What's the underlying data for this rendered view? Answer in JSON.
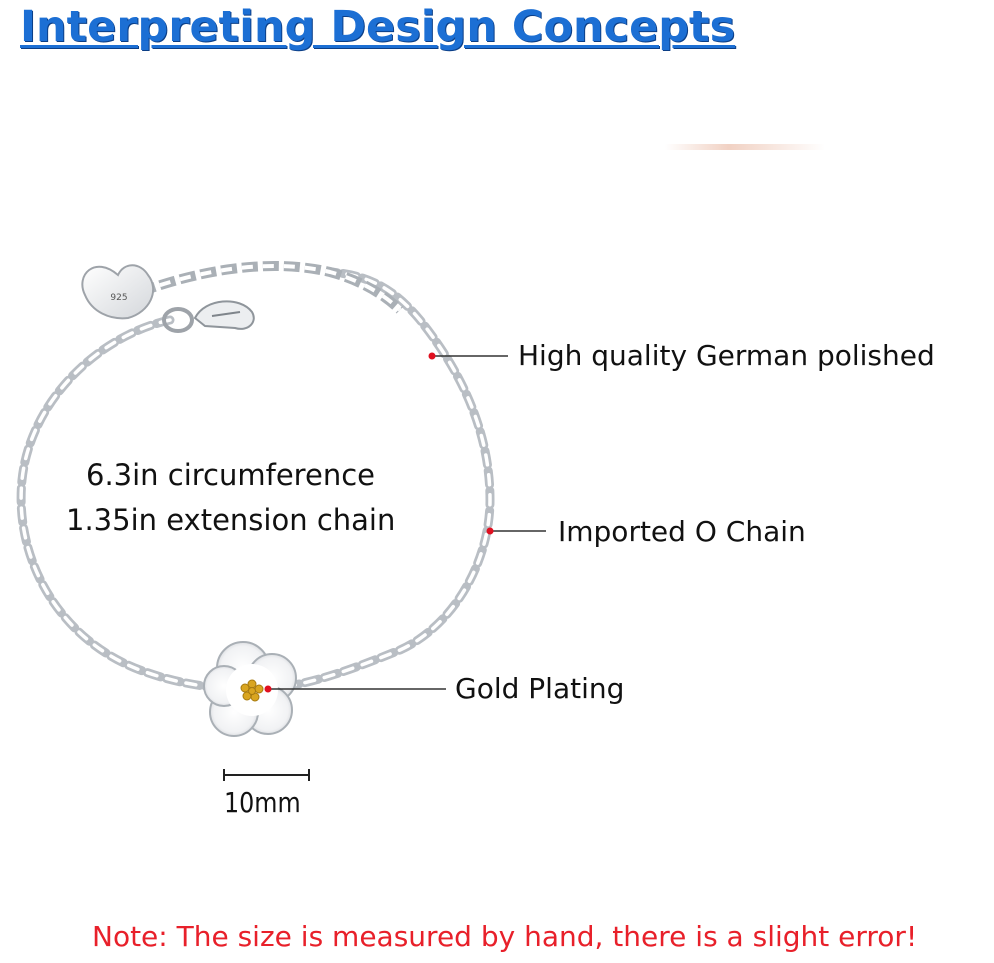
{
  "title": "Interpreting Design Concepts",
  "specs": {
    "circumference": "6.3in circumference",
    "extension": "1.35in extension chain"
  },
  "callouts": {
    "polished": "High quality German polished",
    "chain": "Imported O Chain",
    "plating": "Gold Plating"
  },
  "scale": {
    "label": "10mm"
  },
  "tag_engraving": "925",
  "note": "Note: The size is measured by hand, there is a slight error!",
  "colors": {
    "title": "#1c6fd4",
    "note": "#e8202a",
    "callout_dot": "#e01020",
    "silver": "#9aa0a6",
    "gold": "#d9a520"
  }
}
